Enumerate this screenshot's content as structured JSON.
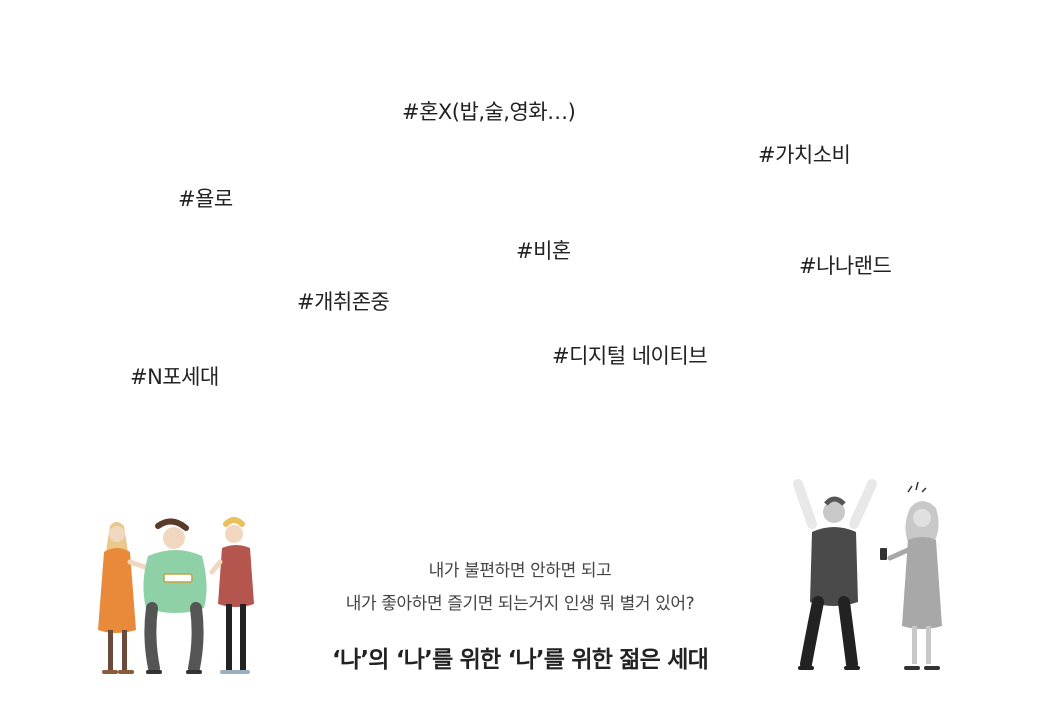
{
  "hashtags": [
    "#혼X(밥,술,영화…)",
    "#가치소비",
    "#욜로",
    "#비혼",
    "#나나랜드",
    "#개취존중",
    "#디지털 네이티브",
    "#N포세대"
  ],
  "caption": {
    "line1": "내가 불편하면 안하면 되고",
    "line2": "내가 좋아하면 즐기면 되는거지 인생 뭐 별거 있어?",
    "headline": "‘나’의 ‘나’를 위한 ‘나’를 위한 젊은 세대"
  },
  "colors": {
    "text": "#222222",
    "orange": "#e88a3a",
    "green": "#8fd1a6",
    "red": "#b5564e",
    "gray_dark": "#4a4a4a",
    "gray_light": "#a8a8a8"
  },
  "illustrations": {
    "left": "three-people-chatting-illustration",
    "right": "man-cheering-woman-with-phone-illustration"
  }
}
